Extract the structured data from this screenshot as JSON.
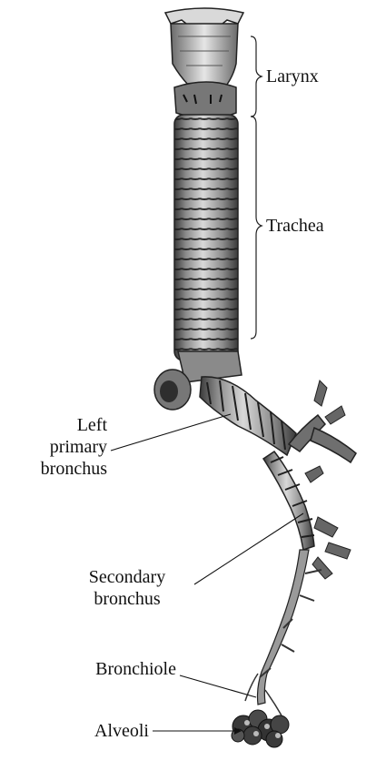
{
  "labels": {
    "larynx": "Larynx",
    "trachea": "Trachea",
    "left_primary_bronchus": [
      "Left",
      "primary",
      "bronchus"
    ],
    "secondary_bronchus": [
      "Secondary",
      "bronchus"
    ],
    "bronchiole": "Bronchiole",
    "alveoli": "Alveoli"
  }
}
